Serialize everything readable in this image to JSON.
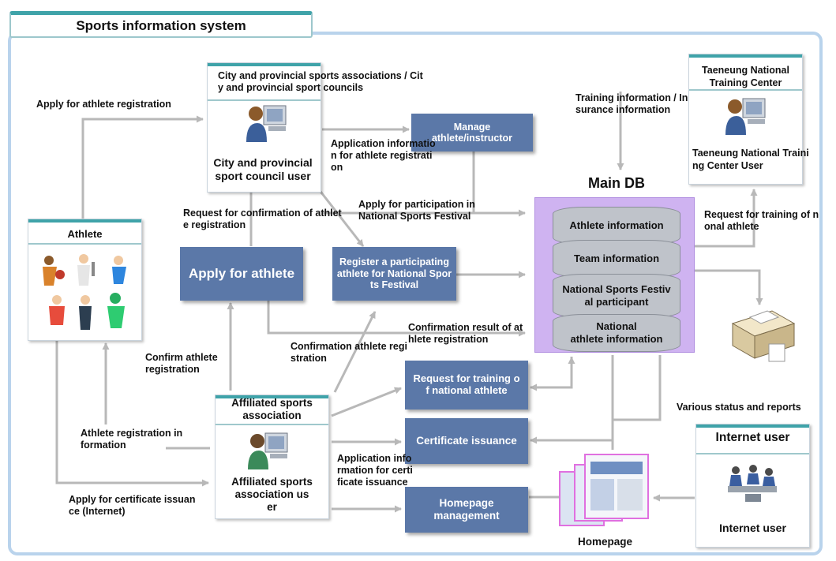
{
  "title": "Sports information system",
  "nodes": {
    "city_panel_title": "City and provincial sports associations / Cit\ny and provincial sport councils",
    "city_user": "City and provincial\nsport council user",
    "athlete": "Athlete",
    "apply_athlete": "Apply for athlete",
    "manage": "Manage\nathlete/instructor",
    "register": "Register a participating\nathlete for National Spor\nts Festival",
    "main_db_title": "Main DB",
    "db_athlete": "Athlete information",
    "db_team": "Team information",
    "db_festival": "National Sports Festiv\nal participant",
    "db_national": "National\nathlete information",
    "taeneung_title": "Taeneung National\nTraining Center",
    "taeneung_user": "Taeneung National Traini\nng Center User",
    "request_training": "Request for training o\nf national athlete",
    "certificate": "Certificate issuance",
    "homepage_mgmt": "Homepage\nmanagement",
    "affiliated_title": "Affiliated sports\nassociation",
    "affiliated_user": "Affiliated sports\nassociation us\ner",
    "internet_title": "Internet user",
    "internet_user": "Internet user",
    "homepage": "Homepage"
  },
  "labels": {
    "apply_registration": "Apply for athlete registration",
    "app_info_registration": "Application informatio\nn for athlete registrati\non",
    "apply_participation": "Apply for participation in\nNational Sports Festival",
    "request_confirmation": "Request for confirmation of athlet\ne registration",
    "training_insurance": "Training information / In\nsurance information",
    "request_training_national": "Request for training of nati\nonal athlete",
    "confirmation_result": "Confirmation result of at\nhlete registration",
    "confirmation_athlete_reg": "Confirmation athlete regi\nstration",
    "confirm_athlete_registration": "Confirm athlete\nregistration",
    "athlete_registration_info": "Athlete registration in\nformation",
    "app_info_certificate": "Application info\nrmation for certi\nficate issuance",
    "apply_certificate": "Apply for certificate issuan\nce (Internet)",
    "status_reports": "Various status and reports"
  },
  "colors": {
    "box_blue": "#5b78a8",
    "db_purple": "#cfb3f1",
    "frame_border": "#b9d3ec",
    "panel_accent": "#3fa3a9",
    "arrow": "#b8b8b8",
    "homepage_border": "#e070e0"
  },
  "icons": [
    "user-at-computer-icon",
    "athletes-illustration",
    "printer-icon",
    "internet-users-icon",
    "homepage-screenshots"
  ]
}
